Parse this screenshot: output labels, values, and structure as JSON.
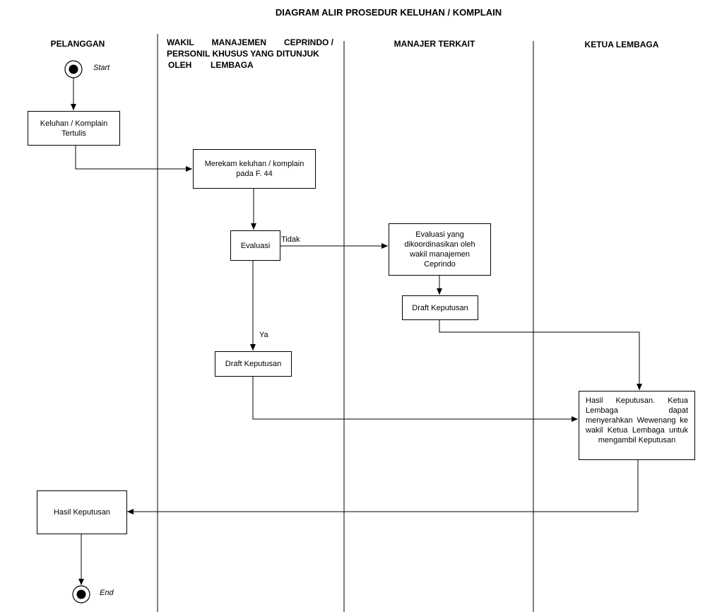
{
  "title": "DIAGRAM ALIR PROSEDUR KELUHAN / KOMPLAIN",
  "lanes": {
    "pelanggan": "PELANGGAN",
    "wakil": {
      "line1": [
        "WAKIL",
        "MANAJEMEN",
        "CEPRINDO /"
      ],
      "line2": "PERSONIL KHUSUS YANG DITUNJUK",
      "line3": [
        "OLEH",
        "LEMBAGA"
      ]
    },
    "manajer": "MANAJER TERKAIT",
    "ketua": "KETUA LEMBAGA"
  },
  "nodes": {
    "start_label": "Start",
    "end_label": "End",
    "keluhan": [
      "Keluhan / Komplain",
      "Tertulis"
    ],
    "merekam": [
      "Merekam keluhan / komplain",
      "pada F. 44"
    ],
    "evaluasi": "Evaluasi",
    "evaluasi_koordinasi": [
      "Evaluasi yang",
      "dikoordinasikan oleh",
      "wakil manajemen",
      "Ceprindo"
    ],
    "draft_manajer": "Draft Keputusan",
    "draft_wakil": "Draft Keputusan",
    "hasil_ketua": "Hasil Keputusan. Ketua Lembaga dapat menyerahkan Wewenang ke wakil Ketua Lembaga untuk mengambil Keputusan",
    "hasil_pelanggan": "Hasil Keputusan"
  },
  "edge_labels": {
    "tidak": "Tidak",
    "ya": "Ya"
  }
}
